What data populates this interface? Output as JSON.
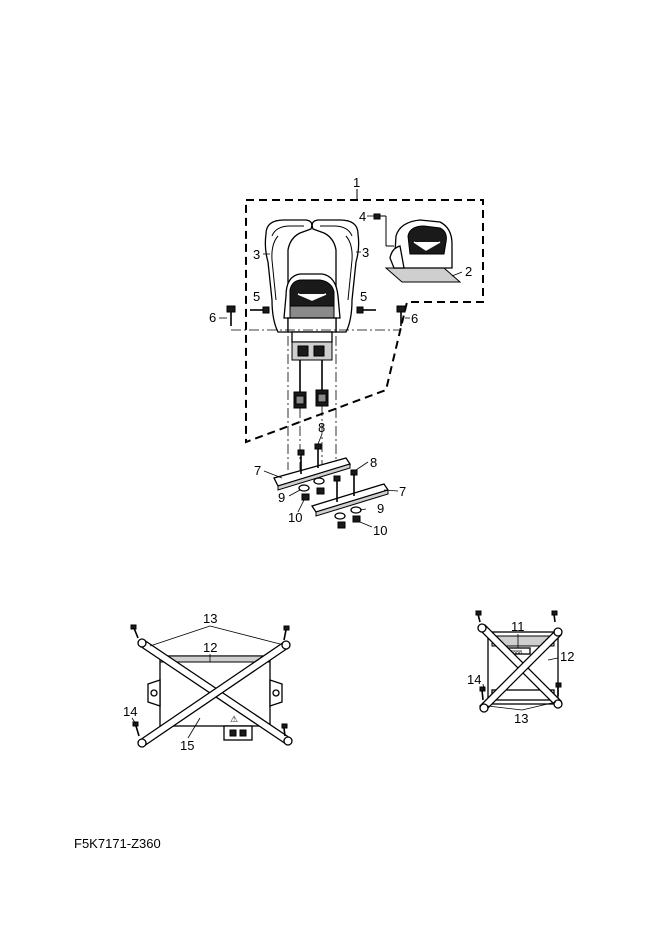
{
  "drawing_code": "F5K7171-Z360",
  "callouts": {
    "c1": "1",
    "c2": "2",
    "c3_left": "3",
    "c3_right": "3",
    "c4": "4",
    "c5_left": "5",
    "c5_right": "5",
    "c6_left": "6",
    "c6_right": "6",
    "c7_top": "7",
    "c7_bottom": "7",
    "c8_top": "8",
    "c8_right": "8",
    "c9_left": "9",
    "c9_right": "9",
    "c10_left": "10",
    "c10_right": "10",
    "c13_left": "13",
    "c12_left": "12",
    "c14_left": "14",
    "c15": "15",
    "c11": "11",
    "c12_right": "12",
    "c14_right": "14",
    "c13_right": "13"
  }
}
